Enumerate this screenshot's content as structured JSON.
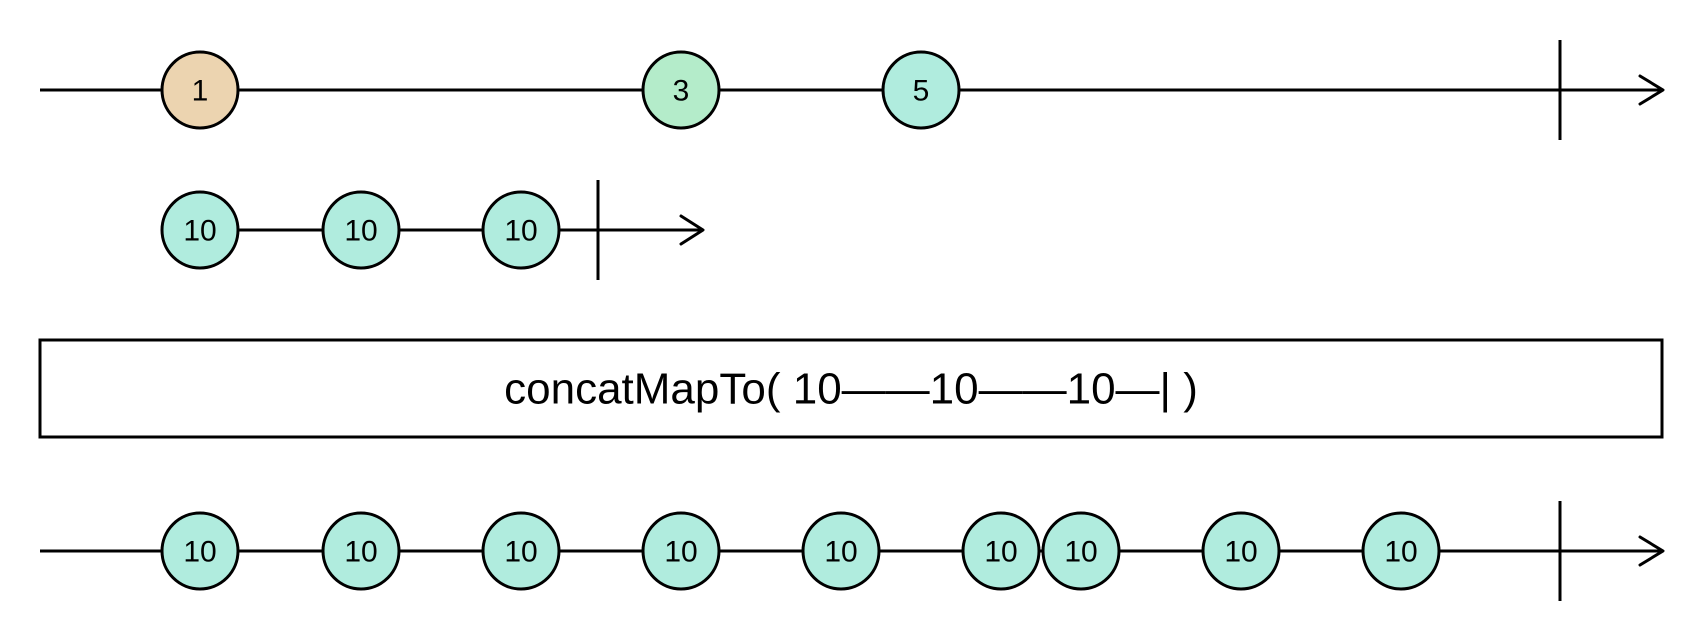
{
  "colors": {
    "orange": "#ecd4b0",
    "green": "#b4ecca",
    "teal": "#b0ecde",
    "stroke": "#000000"
  },
  "operator": {
    "label": "concatMapTo( 10——10——10—| )"
  },
  "timelines": [
    {
      "name": "source-timeline",
      "marbles": [
        {
          "label": "1",
          "color": "orange"
        },
        {
          "label": "3",
          "color": "green"
        },
        {
          "label": "5",
          "color": "teal"
        }
      ],
      "completed": true
    },
    {
      "name": "inner-timeline",
      "marbles": [
        {
          "label": "10",
          "color": "teal"
        },
        {
          "label": "10",
          "color": "teal"
        },
        {
          "label": "10",
          "color": "teal"
        }
      ],
      "completed": true
    },
    {
      "name": "output-timeline",
      "marbles": [
        {
          "label": "10",
          "color": "teal"
        },
        {
          "label": "10",
          "color": "teal"
        },
        {
          "label": "10",
          "color": "teal"
        },
        {
          "label": "10",
          "color": "teal"
        },
        {
          "label": "10",
          "color": "teal"
        },
        {
          "label": "10",
          "color": "teal"
        },
        {
          "label": "10",
          "color": "teal"
        },
        {
          "label": "10",
          "color": "teal"
        },
        {
          "label": "10",
          "color": "teal"
        }
      ],
      "completed": true
    }
  ]
}
